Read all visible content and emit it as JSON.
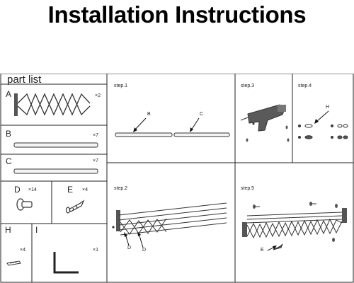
{
  "title": "Installation Instructions",
  "part_list": {
    "heading": "part list",
    "parts": [
      {
        "letter": "A",
        "qty": "×2"
      },
      {
        "letter": "B",
        "qty": "×7"
      },
      {
        "letter": "C",
        "qty": "×7"
      },
      {
        "letter": "D",
        "qty": "×14"
      },
      {
        "letter": "E",
        "qty": "×4"
      },
      {
        "letter": "H",
        "qty": "×4"
      },
      {
        "letter": "I",
        "qty": "×1"
      }
    ]
  },
  "steps": {
    "step1": {
      "label": "step.1",
      "callouts": [
        "B",
        "C"
      ]
    },
    "step2": {
      "label": "step.2",
      "callouts": [
        "D",
        "D"
      ]
    },
    "step3": {
      "label": "step.3"
    },
    "step4": {
      "label": "step.4",
      "callouts": [
        "H"
      ]
    },
    "step5": {
      "label": "step.5",
      "callouts": [
        "E"
      ]
    }
  }
}
